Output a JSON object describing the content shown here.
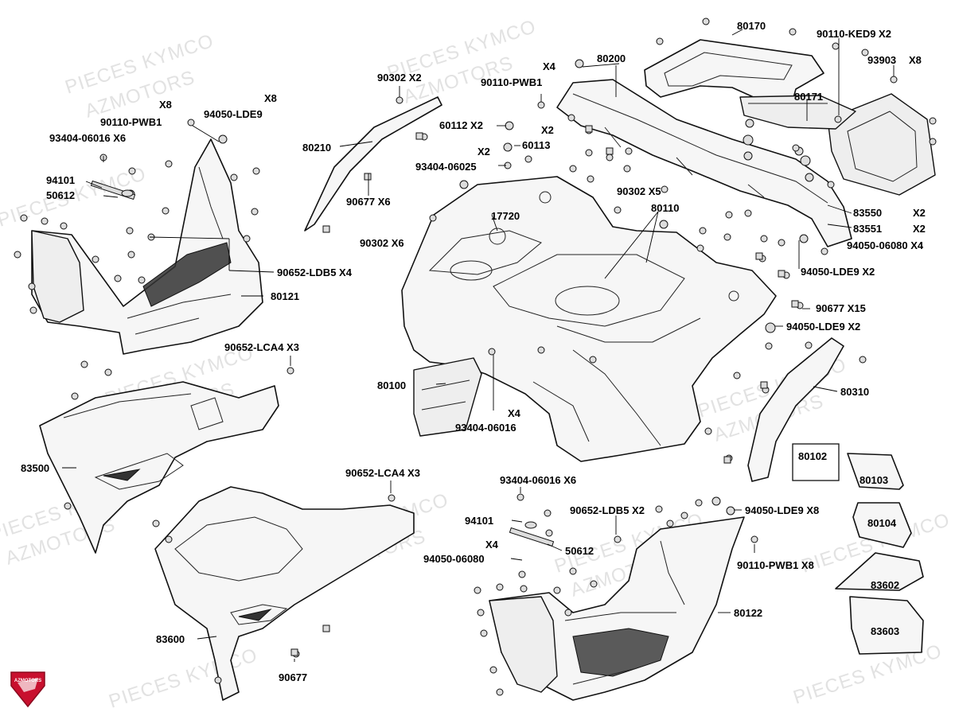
{
  "watermark": {
    "brand": "PIECES KYMCO",
    "dealer": "AZMOTORS",
    "logo_text": "AZMOTORS"
  },
  "colors": {
    "logo_red": "#c8102e",
    "line": "#111111",
    "watermark": "#e2e2e2"
  },
  "labels": {
    "l80170": "80170",
    "l90110ked9": "90110-KED9 X2",
    "l80200": "80200",
    "l90110pwb1_x4_qty": "X4",
    "l90110pwb1_x4": "90110-PWB1",
    "l93903": "93903",
    "l93903_qty": "X8",
    "l90302_x2": "90302 X2",
    "l80171": "80171",
    "l60112": "60112 X2",
    "l60113_qty": "X2",
    "l60113": "60113",
    "l80210": "80210",
    "l93404_06025_qty": "X2",
    "l93404_06025": "93404-06025",
    "l90110pwb1_x8_qty": "X8",
    "l90110pwb1_x8": "90110-PWB1",
    "l94050lde9_x8_qty": "X8",
    "l94050lde9_x8": "94050-LDE9",
    "l93404_06016_x6": "93404-06016 X6",
    "l94101": "94101",
    "l50612": "50612",
    "l90677_x6": "90677 X6",
    "l90302_x5": "90302 X5",
    "l17720": "17720",
    "l80110": "80110",
    "l83550": "83550",
    "l83550_qty": "X2",
    "l83551": "83551",
    "l83551_qty": "X2",
    "l94050_06080_right": "94050-06080 X4",
    "l90302_x6": "90302 X6",
    "l90652ldb5_x4": "90652-LDB5 X4",
    "l80121": "80121",
    "l94050lde9_x2_a": "94050-LDE9 X2",
    "l90677_x15": "90677 X15",
    "l94050lde9_x2_b": "94050-LDE9 X2",
    "l90652lca4_x3_a": "90652-LCA4 X3",
    "l80100": "80100",
    "l80310": "80310",
    "l93404_06016_x4_qty": "X4",
    "l93404_06016_x4": "93404-06016",
    "l80102": "80102",
    "l80103": "80103",
    "l83500": "83500",
    "l90652lca4_x3_b": "90652-LCA4 X3",
    "l93404_06016_x6_b": "93404-06016 X6",
    "l90652ldb5_x2": "90652-LDB5 X2",
    "l94050lde9_x8_b": "94050-LDE9 X8",
    "l80104": "80104",
    "l94101_b": "94101",
    "l94050_06080_qty": "X4",
    "l94050_06080_b": "94050-06080",
    "l50612_b": "50612",
    "l90110pwb1_x8_b": "90110-PWB1 X8",
    "l83602": "83602",
    "l80122": "80122",
    "l83600": "83600",
    "l83603": "83603",
    "l90677_b": "90677"
  }
}
